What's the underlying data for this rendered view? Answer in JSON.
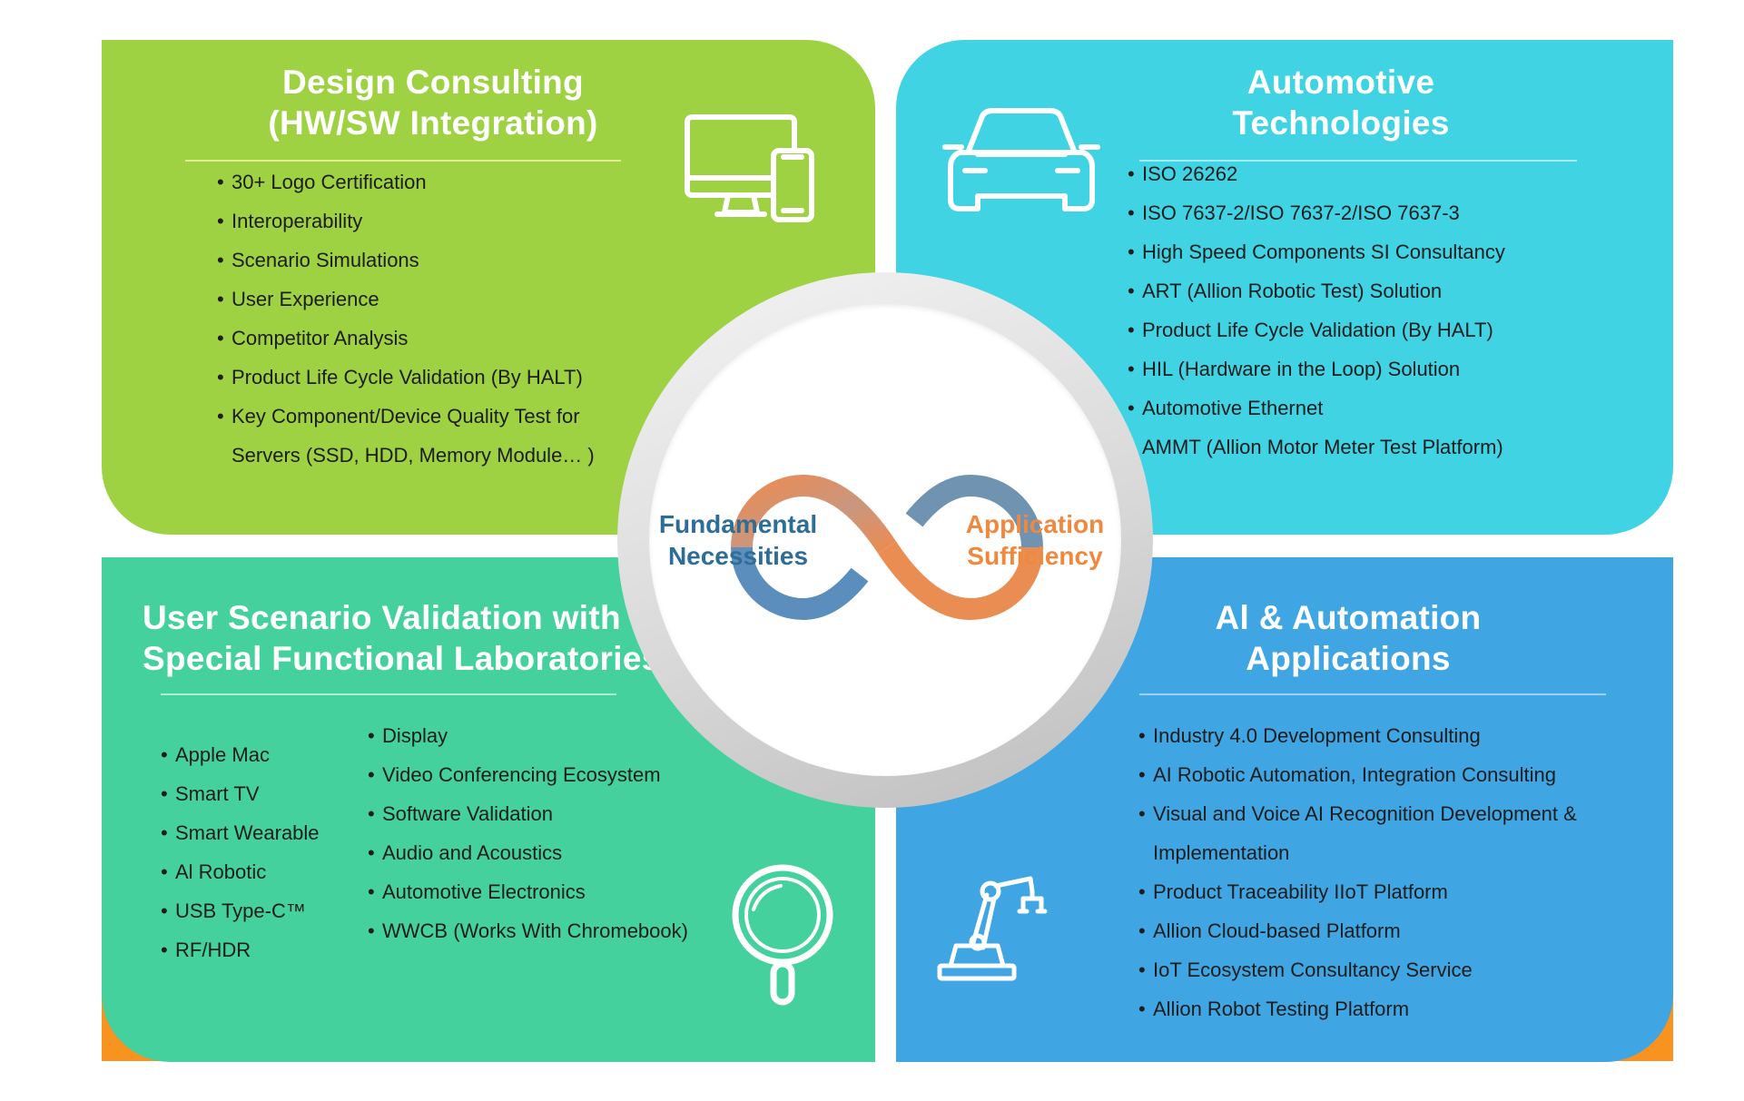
{
  "colors": {
    "green": "#9ed243",
    "cyan": "#3fd3e3",
    "teal": "#45d19e",
    "blue": "#3fa5e3",
    "corner_orange": "#f7931e",
    "center_blue": "#2e6e96",
    "center_orange": "#f0883e"
  },
  "center": {
    "left_lines": [
      "Fundamental",
      "Necessities"
    ],
    "right_lines": [
      "Application",
      "Sufficiency"
    ],
    "icon": "infinity-icon"
  },
  "design_consulting": {
    "title_lines": [
      "Design Consulting",
      "(HW/SW Integration)"
    ],
    "icon": "desktop-and-phone-icon",
    "items": [
      "30+ Logo Certification",
      "Interoperability",
      "Scenario Simulations",
      "User Experience",
      "Competitor Analysis",
      "Product Life Cycle Validation (By HALT)",
      "Key Component/Device Quality Test for"
    ],
    "item_continuation": "Servers (SSD, HDD, Memory Module… )"
  },
  "automotive": {
    "title_lines": [
      "Automotive",
      "Technologies"
    ],
    "icon": "car-icon",
    "items": [
      "ISO 26262",
      "ISO 7637-2/ISO 7637-2/ISO 7637-3",
      "High Speed Components SI Consultancy",
      "ART (Allion Robotic Test) Solution",
      "Product Life Cycle Validation (By HALT)",
      "HIL (Hardware in the Loop) Solution",
      "Automotive Ethernet",
      "AMMT (Allion Motor Meter Test Platform)"
    ]
  },
  "user_scenario": {
    "title_lines": [
      "User Scenario Validation with",
      "Special Functional Laboratories"
    ],
    "icon": "magnifier-icon",
    "items_left": [
      "Apple Mac",
      "Smart TV",
      "Smart Wearable",
      "Al Robotic",
      "USB Type-C™",
      "RF/HDR"
    ],
    "items_right": [
      "Display",
      "Video Conferencing Ecosystem",
      "Software Validation",
      "Audio and Acoustics",
      "Automotive Electronics",
      "WWCB (Works With Chromebook)"
    ]
  },
  "ai_automation": {
    "title_lines": [
      "Al & Automation",
      "Applications"
    ],
    "icon": "robotic-arm-icon",
    "items": [
      "Industry 4.0 Development Consulting",
      "AI Robotic Automation, Integration Consulting",
      "Visual and Voice AI Recognition Development &"
    ],
    "item_continuation": "Implementation",
    "items_after": [
      "Product Traceability IIoT Platform",
      "Allion Cloud-based Platform",
      "IoT Ecosystem Consultancy Service",
      "Allion Robot Testing Platform"
    ]
  }
}
